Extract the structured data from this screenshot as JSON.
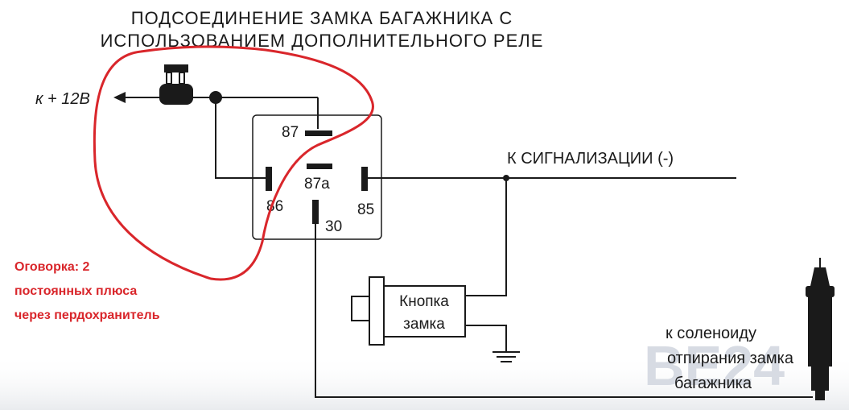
{
  "title": {
    "line1": "ПОДСОЕДИНЕНИЕ ЗАМКА БАГАЖНИКА С",
    "line2": "ИСПОЛЬЗОВАНИЕМ ДОПОЛНИТЕЛЬНОГО РЕЛЕ"
  },
  "supply_label": "к + 12В",
  "alarm_label": "К СИГНАЛИЗАЦИИ (-)",
  "relay_pins": {
    "p87": "87",
    "p87a": "87а",
    "p86": "86",
    "p85": "85",
    "p30": "30"
  },
  "button": {
    "line1": "Кнопка",
    "line2": "замка"
  },
  "solenoid": {
    "line1": "к  соленоиду",
    "line2": "отпирания замка",
    "line3": "багажника"
  },
  "note": {
    "line1": "Оговорка: 2",
    "line2": "постоянных плюса",
    "line3": "через пердохранитель"
  },
  "watermark": "BE24",
  "colors": {
    "annotation": "#d9262b",
    "wire": "#1a1a1a"
  }
}
